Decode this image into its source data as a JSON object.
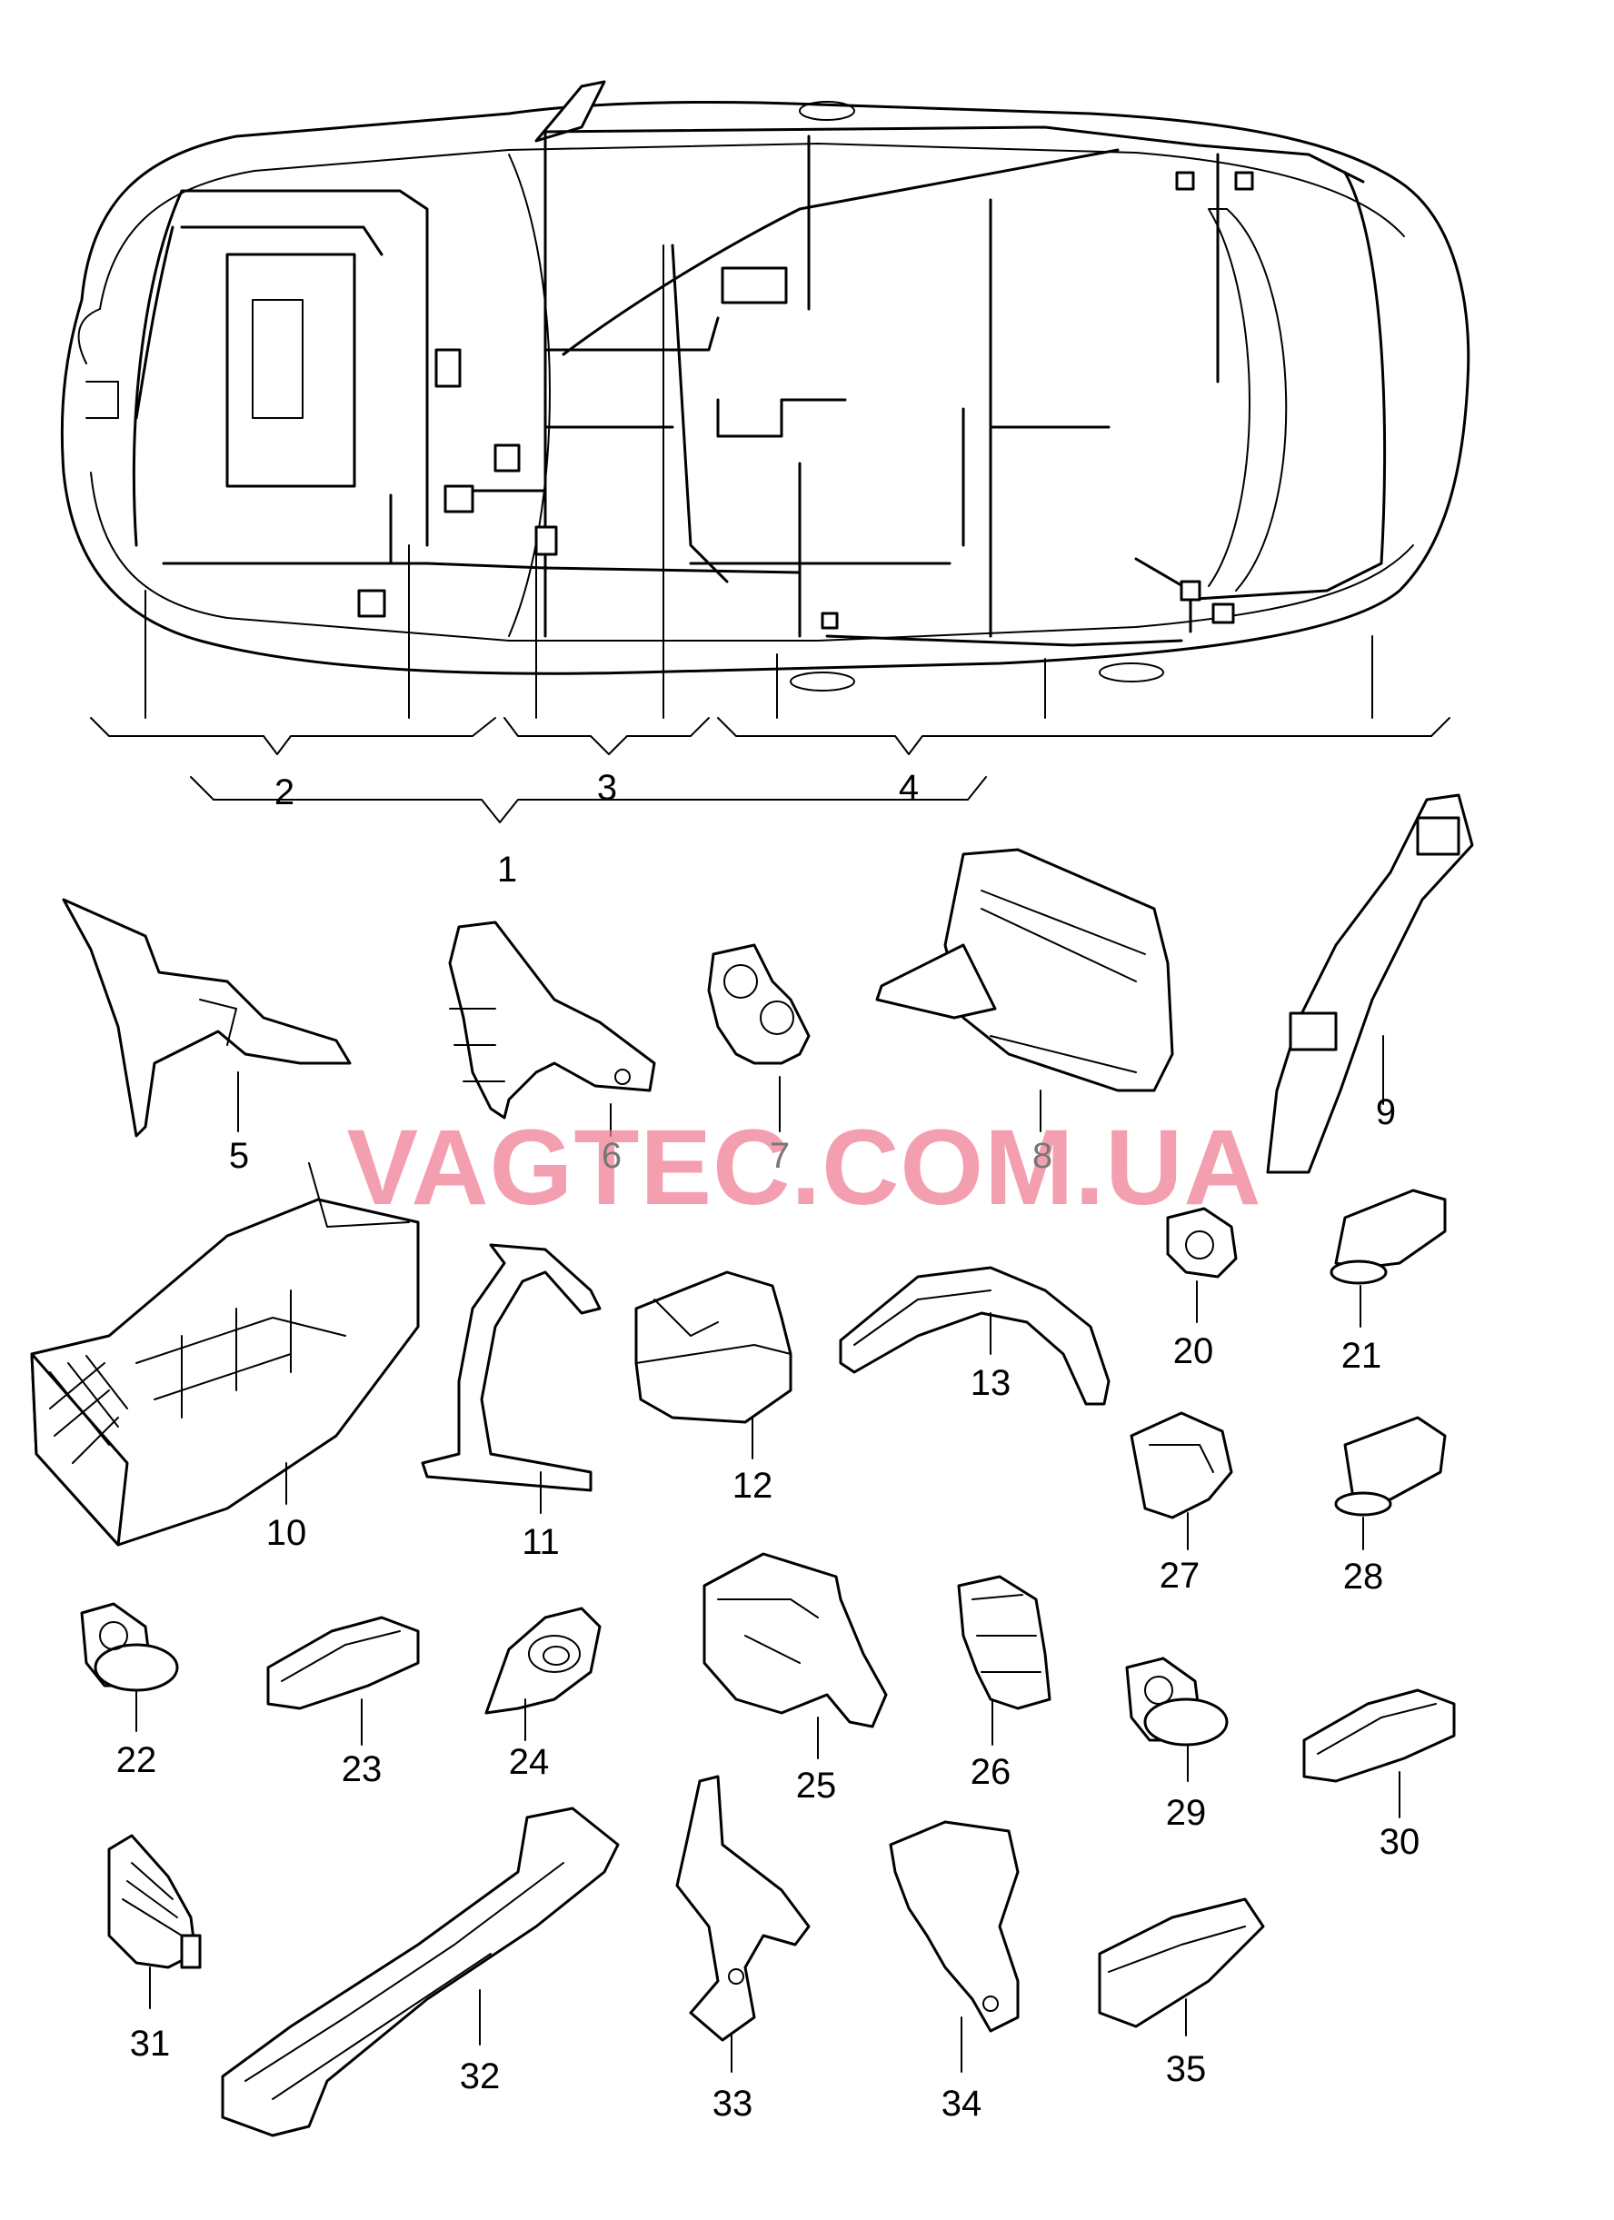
{
  "watermark": "VAGTEC.COM.UA",
  "callouts": {
    "p1": "1",
    "p2": "2",
    "p3": "3",
    "p4": "4",
    "p5": "5",
    "p6": "6",
    "p7": "7",
    "p8": "8",
    "p9": "9",
    "p10": "10",
    "p11": "11",
    "p12": "12",
    "p13": "13",
    "p20": "20",
    "p21": "21",
    "p22": "22",
    "p23": "23",
    "p24": "24",
    "p25": "25",
    "p26": "26",
    "p27": "27",
    "p28": "28",
    "p29": "29",
    "p30": "30",
    "p31": "31",
    "p32": "32",
    "p33": "33",
    "p34": "34",
    "p35": "35"
  },
  "colors": {
    "line": "#000000",
    "watermark": "#f07a90",
    "background": "#ffffff"
  }
}
